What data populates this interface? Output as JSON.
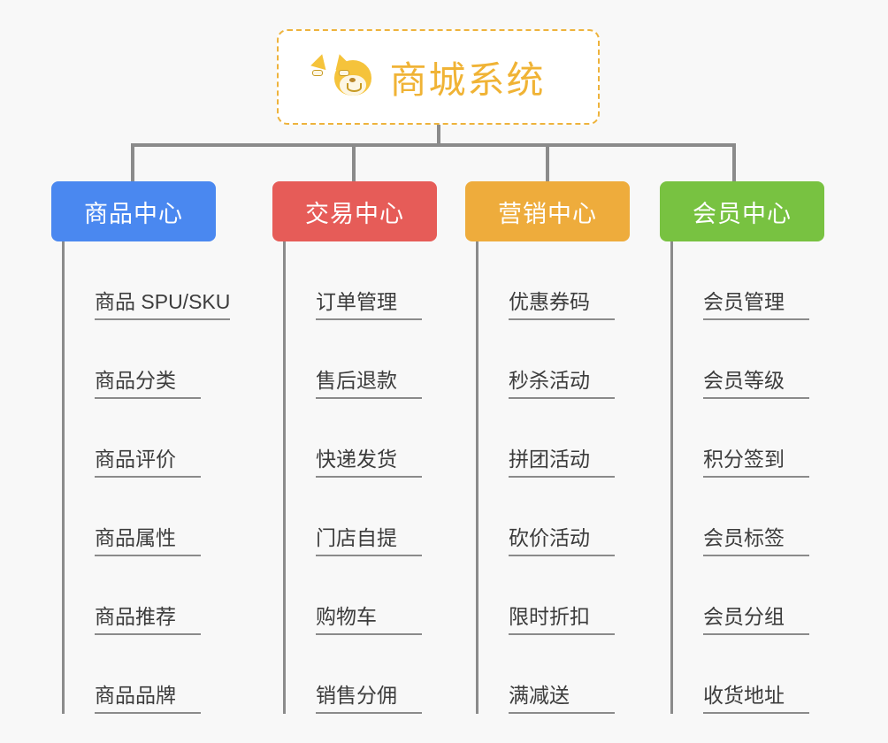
{
  "canvas": {
    "background_color": "#f8f8f8",
    "connector_color": "#8b8b8b"
  },
  "root": {
    "title": "商城系统",
    "emoji_name": "dog-face-emoji",
    "title_color": "#f0b335",
    "border_color": "#eeb33c",
    "background_color": "#ffffff"
  },
  "branches": [
    {
      "label": "商品中心",
      "color": "#4a88f0",
      "items": [
        "商品 SPU/SKU",
        "商品分类",
        "商品评价",
        "商品属性",
        "商品推荐",
        "商品品牌"
      ]
    },
    {
      "label": "交易中心",
      "color": "#e65c58",
      "items": [
        "订单管理",
        "售后退款",
        "快递发货",
        "门店自提",
        "购物车",
        "销售分佣"
      ]
    },
    {
      "label": "营销中心",
      "color": "#eeac3c",
      "items": [
        "优惠券码",
        "秒杀活动",
        "拼团活动",
        "砍价活动",
        "限时折扣",
        "满减送"
      ]
    },
    {
      "label": "会员中心",
      "color": "#78c241",
      "items": [
        "会员管理",
        "会员等级",
        "积分签到",
        "会员标签",
        "会员分组",
        "收货地址"
      ]
    }
  ]
}
